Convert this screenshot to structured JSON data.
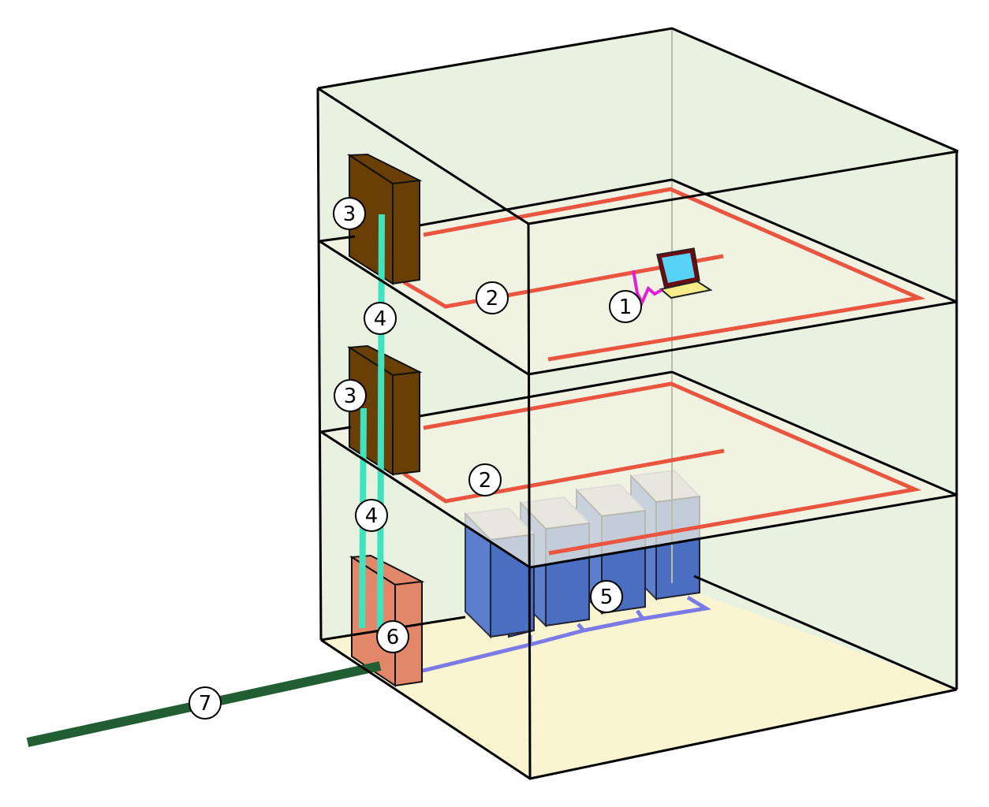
{
  "labels": {
    "computer": "1",
    "horizontal_cabling_top": "2",
    "horizontal_cabling_mid": "2",
    "telecom_room_top": "3",
    "telecom_room_mid": "3",
    "backbone_top": "4",
    "backbone_mid": "4",
    "server_room": "5",
    "entrance_facility": "6",
    "external_link": "7"
  },
  "colors": {
    "building_wall": "#e9f2e1",
    "floor_slab": "#f2f1e2",
    "ground_floor": "#faf5d0",
    "horizontal_cable": "#e9553f",
    "backbone_cable": "#3fe3bf",
    "server_cable": "#7b7be8",
    "outside_cable": "#225e33",
    "telecom_cabinet": "#6a3f05",
    "entrance_cabinet": "#e3876a",
    "server_rack": "#4a6fc2",
    "patch_cord": "#e31ed8",
    "laptop_screen": "#58d3f6",
    "laptop_frame": "#6a0c12",
    "laptop_base": "#f6ec8a"
  }
}
